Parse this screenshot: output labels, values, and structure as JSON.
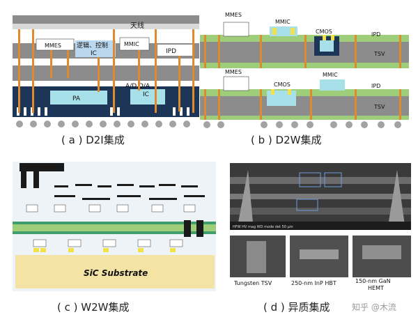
{
  "panel_a": {
    "caption": "( a ) D2I集成",
    "labels": {
      "antenna": "天线",
      "mmes": "MMES",
      "logic_ic": "逻辑、控制",
      "logic_ic_2": "IC",
      "mmic": "MMIC",
      "ipd": "IPD",
      "pa": "PA",
      "adda": "A/D,D/A",
      "adda_2": "IC"
    }
  },
  "panel_b": {
    "caption": "( b ) D2W集成",
    "labels": {
      "mmes_top": "MMES",
      "mmic_top": "MMIC",
      "cmos_top": "CMOS",
      "ipd_top": "IPD",
      "tsv_top": "TSV",
      "mmes_bot": "MMES",
      "cmos_bot": "CMOS",
      "mmic_bot": "MMIC",
      "ipd_bot": "IPD",
      "tsv_bot": "TSV"
    }
  },
  "panel_c": {
    "caption": "( c ) W2W集成",
    "labels": {
      "substrate": "SiC Substrate"
    }
  },
  "panel_d": {
    "caption": "( d ) 异质集成",
    "sem_info": "HFW  HV  mag  WD  mode  det  50 μm",
    "labels": {
      "tsv": "Tungsten TSV",
      "hbt": "250-nm InP HBT",
      "hemt_1": "150-nm GaN",
      "hemt_2": "HEMT"
    }
  },
  "watermark": "知乎 @木流",
  "colors": {
    "gray_layer": "#8c8c8c",
    "tsv_orange": "#e08a2c",
    "green": "#9fce7a",
    "cyan": "#a8e0ea",
    "navy": "#1d3557",
    "yellow": "#f2e14a",
    "substrate": "#f3e3a4"
  }
}
